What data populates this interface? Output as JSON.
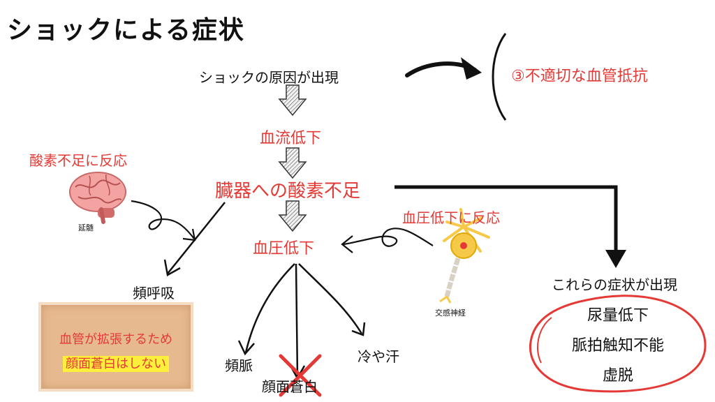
{
  "title": "ショックによる症状",
  "cause": "ショックの原因が出現",
  "cause_detail": "③不適切な血管抵抗",
  "flow": {
    "step1": "血流低下",
    "step2": "臓器への酸素不足",
    "step3": "血圧低下"
  },
  "brain": {
    "reaction": "酸素不足に反応",
    "label": "延髄",
    "result": "頻呼吸"
  },
  "nerve": {
    "reaction": "血圧低下に反応",
    "label": "交感神経"
  },
  "symptoms": {
    "tachycardia": "頻脈",
    "pallor": "顔面蒼白",
    "cold_sweat": "冷や汗"
  },
  "note": {
    "line1": "血管が拡張するため",
    "line2": "顔面蒼白はしない"
  },
  "appear": {
    "header": "これらの症状が出現",
    "items": [
      "尿量低下",
      "脈拍触知不能",
      "虚脱"
    ]
  },
  "colors": {
    "accent": "#e53935",
    "text": "#111111",
    "highlight": "#ffef3d",
    "paper": "#e7b98f",
    "arrow_fill": "#d9d9d9"
  }
}
